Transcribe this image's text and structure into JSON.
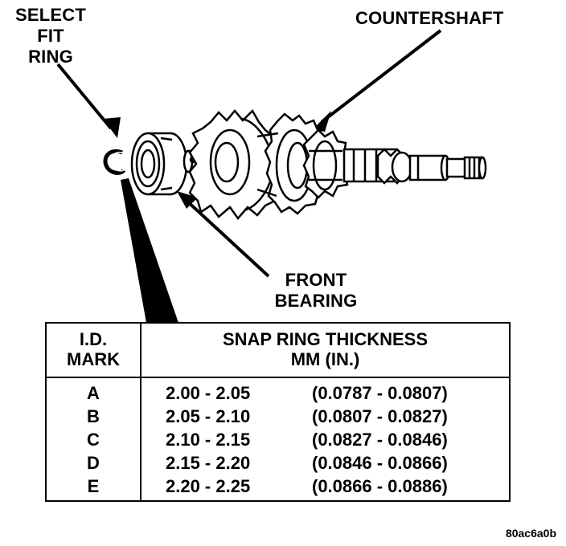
{
  "labels": {
    "select_fit_ring_1": "SELECT",
    "select_fit_ring_2": "FIT",
    "select_fit_ring_3": "RING",
    "countershaft": "COUNTERSHAFT",
    "front_bearing_1": "FRONT",
    "front_bearing_2": "BEARING"
  },
  "table": {
    "header_id_1": "I.D.",
    "header_id_2": "MARK",
    "header_thickness_1": "SNAP RING THICKNESS",
    "header_thickness_2": "MM (IN.)",
    "rows": [
      {
        "mark": "A",
        "mm": "2.00 - 2.05",
        "inch": "(0.0787 - 0.0807)"
      },
      {
        "mark": "B",
        "mm": "2.05 - 2.10",
        "inch": "(0.0807 - 0.0827)"
      },
      {
        "mark": "C",
        "mm": "2.10 - 2.15",
        "inch": "(0.0827 - 0.0846)"
      },
      {
        "mark": "D",
        "mm": "2.15 - 2.20",
        "inch": "(0.0846 - 0.0866)"
      },
      {
        "mark": "E",
        "mm": "2.20 - 2.25",
        "inch": "(0.0866 - 0.0886)"
      }
    ]
  },
  "reference_code": "80ac6a0b"
}
